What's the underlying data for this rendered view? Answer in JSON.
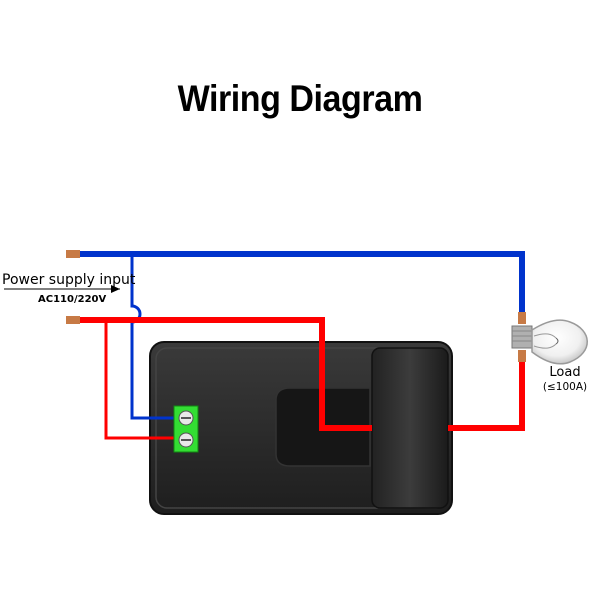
{
  "title": "Wiring Diagram",
  "labels": {
    "power_supply": "Power supply input",
    "voltage": "AC110/220V",
    "load": "Load",
    "load_rating": "(≤100A)"
  },
  "colors": {
    "live_wire": "#ff0000",
    "neutral_wire": "#0033cc",
    "terminal": "#33dd33",
    "module_body": "#2b2b2b",
    "copper": "#c77a45"
  },
  "icons": [
    "terminal-block-icon",
    "light-bulb-icon",
    "arrow-icon"
  ]
}
